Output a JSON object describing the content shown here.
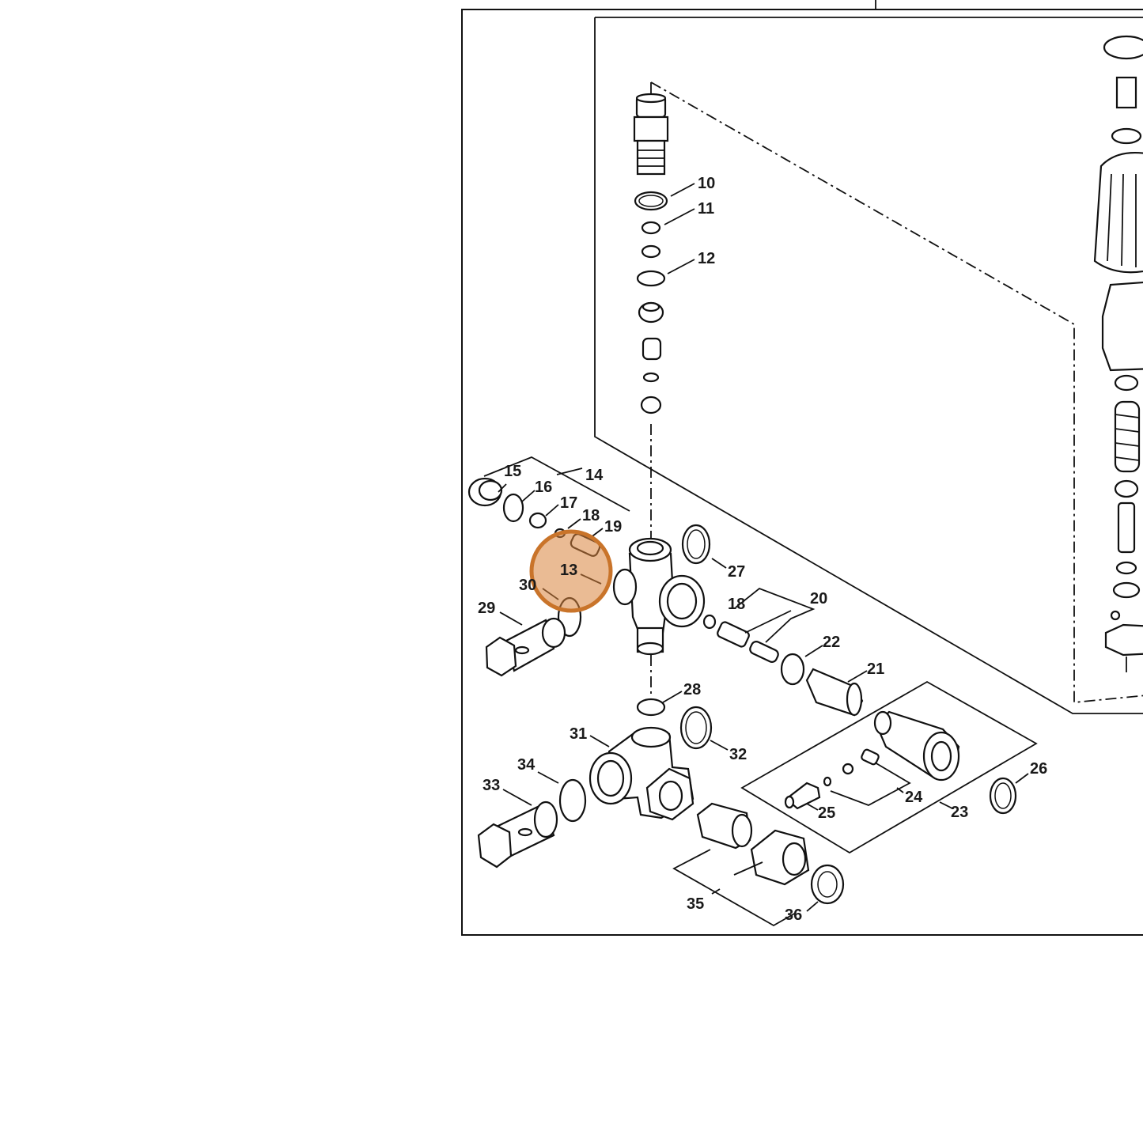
{
  "diagram": {
    "labels": [
      {
        "id": "p10",
        "text": "10"
      },
      {
        "id": "p11",
        "text": "11"
      },
      {
        "id": "p12",
        "text": "12"
      },
      {
        "id": "p13",
        "text": "13"
      },
      {
        "id": "p14",
        "text": "14"
      },
      {
        "id": "p15",
        "text": "15"
      },
      {
        "id": "p16",
        "text": "16"
      },
      {
        "id": "p17",
        "text": "17"
      },
      {
        "id": "p18a",
        "text": "18"
      },
      {
        "id": "p18b",
        "text": "18"
      },
      {
        "id": "p19",
        "text": "19"
      },
      {
        "id": "p20",
        "text": "20"
      },
      {
        "id": "p21",
        "text": "21"
      },
      {
        "id": "p22",
        "text": "22"
      },
      {
        "id": "p23",
        "text": "23"
      },
      {
        "id": "p24",
        "text": "24"
      },
      {
        "id": "p25",
        "text": "25"
      },
      {
        "id": "p26",
        "text": "26"
      },
      {
        "id": "p27",
        "text": "27"
      },
      {
        "id": "p28",
        "text": "28"
      },
      {
        "id": "p29",
        "text": "29"
      },
      {
        "id": "p30",
        "text": "30"
      },
      {
        "id": "p31",
        "text": "31"
      },
      {
        "id": "p32",
        "text": "32"
      },
      {
        "id": "p33",
        "text": "33"
      },
      {
        "id": "p34",
        "text": "34"
      },
      {
        "id": "p35",
        "text": "35"
      },
      {
        "id": "p36",
        "text": "36"
      }
    ],
    "highlight": {
      "part": "13",
      "color": "#d9843c"
    }
  }
}
